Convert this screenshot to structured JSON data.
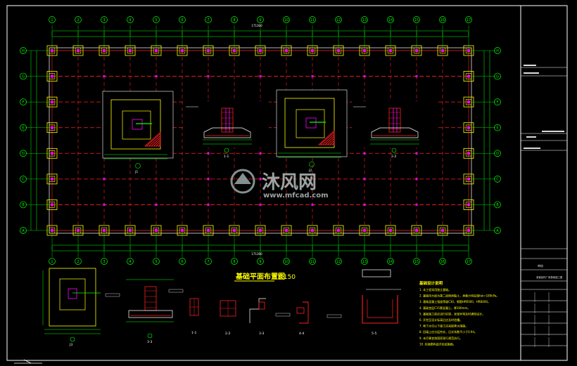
{
  "drawing": {
    "plan_title": "基础平面布置图",
    "plan_scale": "1:150",
    "notes_title": "基础设计说明",
    "notes": [
      "1. 本工程采用独立基础。",
      "2. 基础持力层为第二层粉质黏土，承载力特征值fak=180kPa。",
      "3. 基础混凝土强度等级C30，钢筋HPB300、HRB400。",
      "4. 基础垫层C15素混凝土，厚100mm。",
      "5. 基础施工前应进行钎探，发现异常及时通知设计。",
      "6. 开挖至设计标高后应及时验槽。",
      "7. 地下水位以下施工应采取降水措施。",
      "8. 回填土应分层夯实，压实系数不小于0.94。",
      "9. 未尽事宜按国家现行规范执行。",
      "10. 柱插筋构造详见结施图。"
    ],
    "overall_dimension": "171300",
    "grid_columns": [
      "1",
      "2",
      "3",
      "4",
      "5",
      "6",
      "7",
      "8",
      "9",
      "10",
      "11",
      "12",
      "13",
      "14",
      "15",
      "16",
      "17"
    ],
    "grid_rows": [
      "A",
      "B",
      "C",
      "D",
      "E",
      "F",
      "G",
      "H"
    ],
    "section_labels": [
      "J1",
      "1-1",
      "J2",
      "2-2",
      "J3",
      "3-3",
      "1-1",
      "2-2",
      "3-3",
      "4-4",
      "5-5"
    ],
    "title_block": {
      "rows": [
        "",
        "",
        "",
        "",
        "",
        "",
        "",
        "",
        "",
        "",
        "",
        "",
        "",
        "",
        "",
        ""
      ],
      "stamp_text": "审核",
      "project_text": "某钢结构厂房基础施工图"
    },
    "watermark": {
      "brand": "沐风网",
      "url": "www.mfcad.com"
    }
  },
  "colors": {
    "background": "#000000",
    "axis": "#ffffff",
    "grid_bubble": "#00ff00",
    "dimension": "#00ff00",
    "footing": "#ffff00",
    "column": "#ff00ff",
    "tie_beam": "#ff2020",
    "text": "#ffffff",
    "frame": "#ffffff",
    "rebar_red": "#ff2020"
  }
}
